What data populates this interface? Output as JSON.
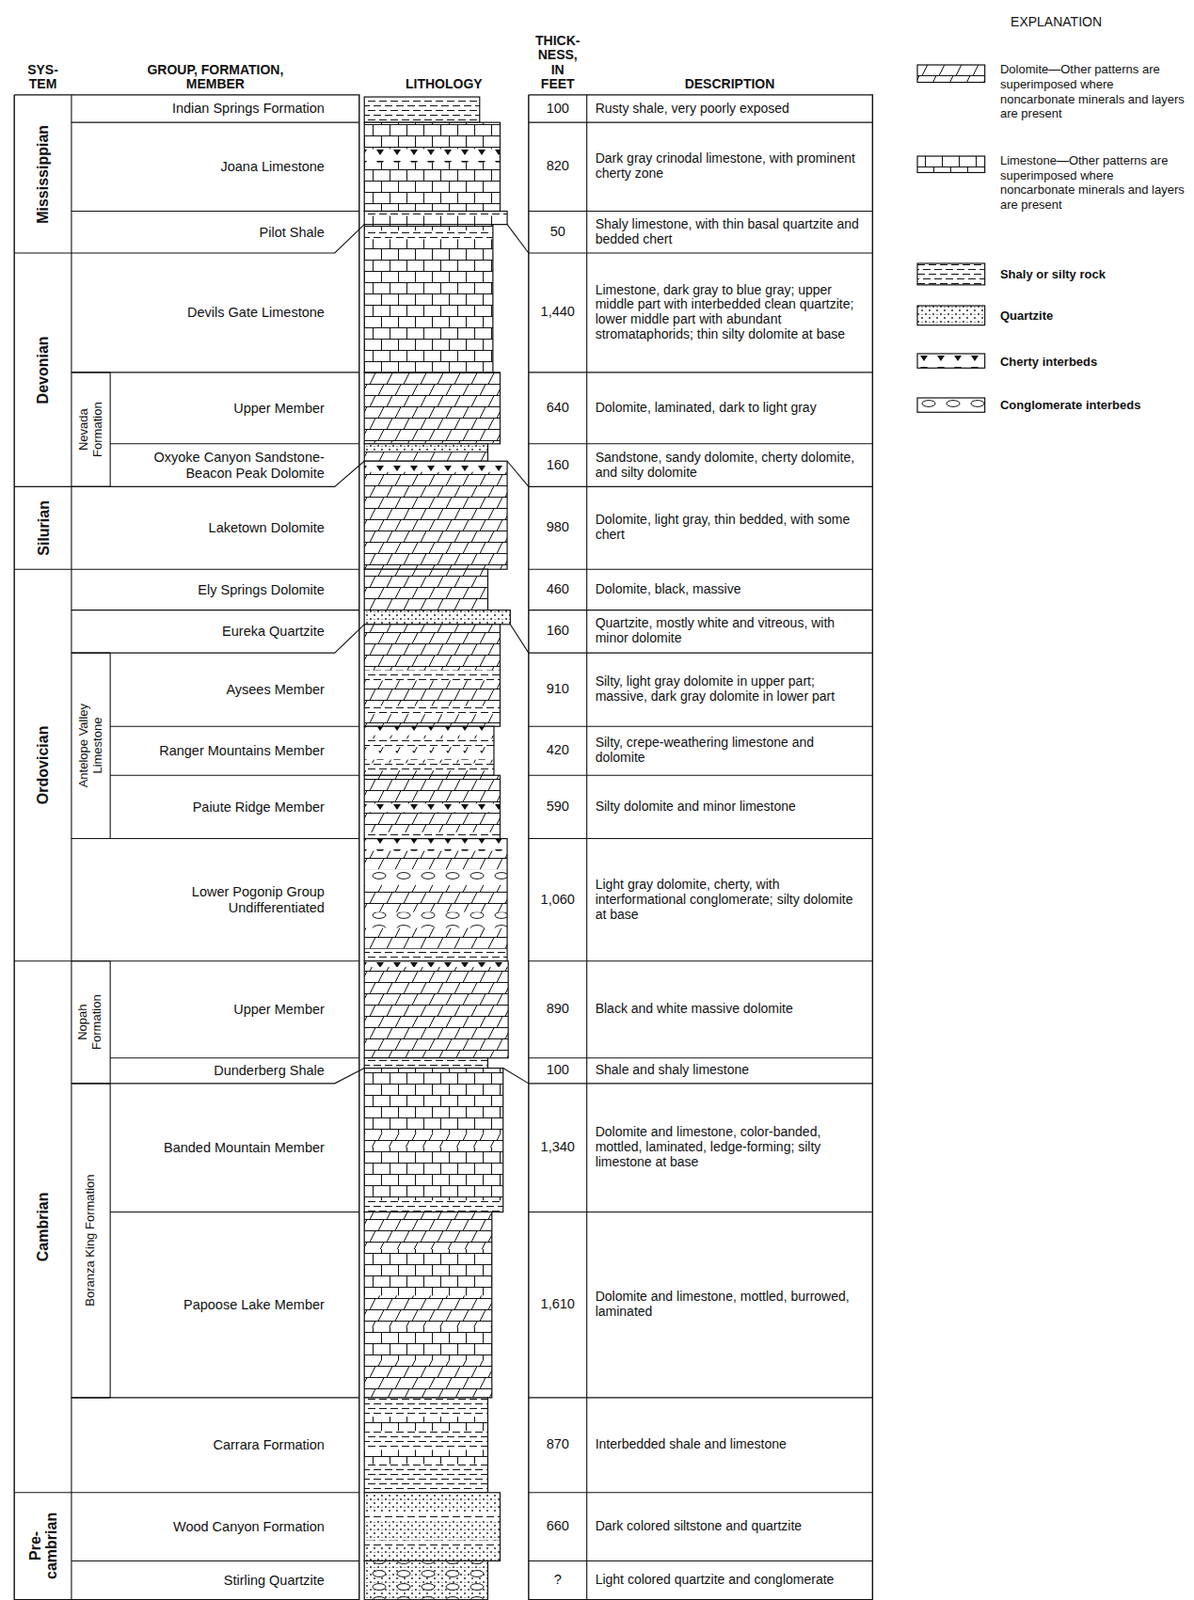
{
  "diagram": {
    "labels": [
      "SYS- TEM",
      "GROUP, FORMATION, MEMBER",
      "LITHOLOGY",
      "THICK- NESS, IN FEET",
      "DESCRIPTION",
      "EXPLANATION",
      "Mississippian",
      "Devonian",
      "Silurian",
      "Ordovician",
      "Cambrian",
      "Pre- cambrian",
      "Nevada Formation",
      "Antelope Valley Limestone",
      "Nopah Formation",
      "Boranza King Formation",
      "Indian Springs Formation",
      "Joana Limestone",
      "Pilot Shale",
      "Devils Gate Limestone",
      "Upper Member",
      "Oxyoke Canyon Sandstone- Beacon Peak Dolomite",
      "Laketown Dolomite",
      "Ely Springs Dolomite",
      "Eureka Quartzite",
      "Aysees Member",
      "Ranger Mountains Member",
      "Paiute Ridge Member",
      "Lower Pogonip Group Undifferentiated",
      "Upper Member",
      "Dunderberg Shale",
      "Banded Mountain Member",
      "Papoose Lake Member",
      "Carrara Formation",
      "Wood Canyon Formation",
      "Stirling Quartzite",
      "100",
      "820",
      "50",
      "1,440",
      "640",
      "160",
      "980",
      "460",
      "160",
      "910",
      "420",
      "590",
      "1,060",
      "890",
      "100",
      "1,340",
      "1,610",
      "870",
      "660",
      "?",
      "Rusty shale, very poorly exposed",
      "Dark gray crinodal limestone, with prominent cherty zone",
      "Shaly limestone, with thin basal quartzite and bedded chert",
      "Limestone, dark gray to blue gray; upper middle part with interbedded clean quartzite; lower middle part with abundant stromataphorids; thin silty dolomite at base",
      "Dolomite, laminated, dark to light gray",
      "Sandstone, sandy dolomite, cherty dolomite, and silty dolomite",
      "Dolomite, light gray, thin bedded, with some chert",
      "Dolomite, black, massive",
      "Quartzite, mostly white and vitreous, with minor dolomite",
      "Silty, light gray dolomite in upper part; massive, dark gray dolomite in lower part",
      "Silty, crepe-weathering limestone and dolomite",
      "Silty dolomite and minor limestone",
      "Light gray dolomite, cherty, with interformational conglomerate; silty dolomite at base",
      "Black and white massive dolomite",
      "Shale and shaly limestone",
      "Dolomite and limestone, color-banded, mottled, laminated, ledge-forming; silty limestone at base",
      "Dolomite and limestone, mottled, burrowed, laminated",
      "Interbedded shale and limestone",
      "Dark colored siltstone and quartzite",
      "Light colored quartzite and conglomerate"
    ],
    "legend": [
      {
        "text": "Dolomite—Other patterns are superimposed where noncarbonate minerals and layers are present"
      },
      {
        "text": "Limestone—Other patterns are superimposed where noncarbonate minerals and layers are present"
      },
      {
        "text": "Shaly or silty rock"
      },
      {
        "text": "Quartzite"
      },
      {
        "text": "Cherty interbeds"
      },
      {
        "text": "Conglomerate interbeds"
      }
    ]
  }
}
